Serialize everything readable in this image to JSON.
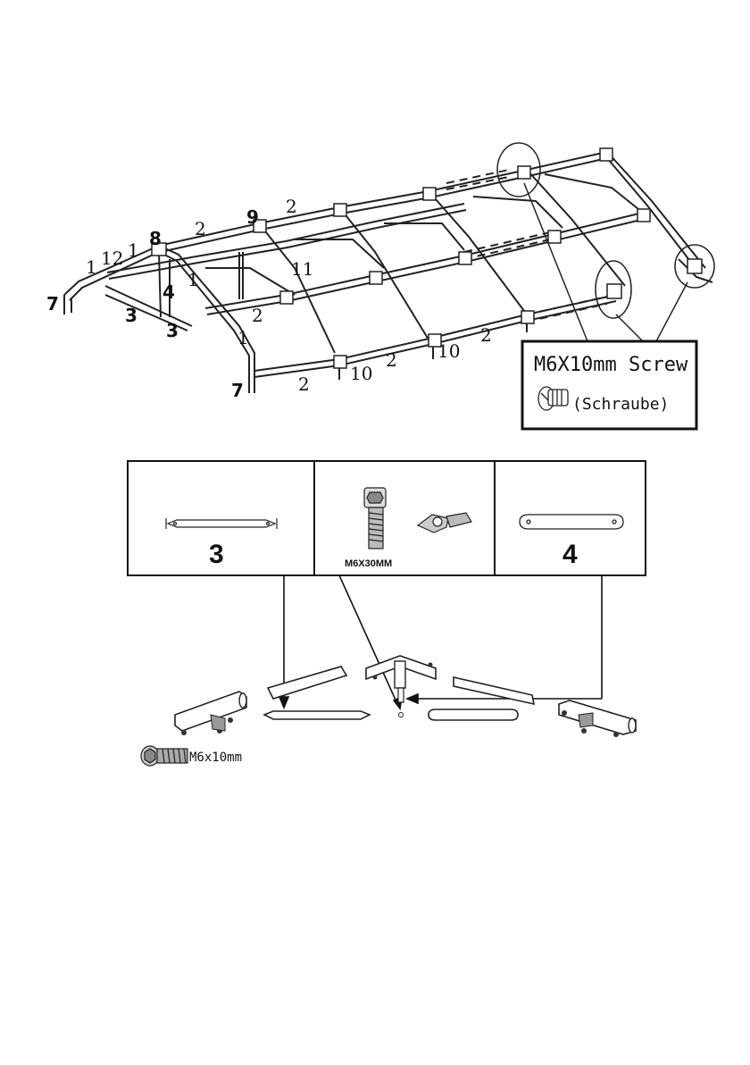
{
  "frame_labels": {
    "l1": "1",
    "l12": "12",
    "l1b": "1",
    "l8": "8",
    "l2a": "2",
    "l9": "9",
    "l2b": "2",
    "l7a": "7",
    "l3a": "3",
    "l4": "4",
    "l1c": "1",
    "l11": "11",
    "l3b": "3",
    "l2c": "2",
    "l1d": "1",
    "l7b": "7",
    "l2d": "2",
    "l10a": "10",
    "l2e": "2",
    "l10b": "10",
    "l2f": "2"
  },
  "callout": {
    "title": "M6X10mm Screw",
    "subtitle": "(Schraube)",
    "icon": "screw-icon"
  },
  "parts": {
    "part3_number": "3",
    "bolt_label": "M6X30MM",
    "part4_number": "4",
    "icons": [
      "flat-brace-icon",
      "bolt-icon",
      "wing-nut-icon",
      "brace-plate-icon"
    ]
  },
  "assembly": {
    "screw_label": "M6x10mm"
  },
  "colors": {
    "line": "#222222",
    "background": "#ffffff"
  }
}
